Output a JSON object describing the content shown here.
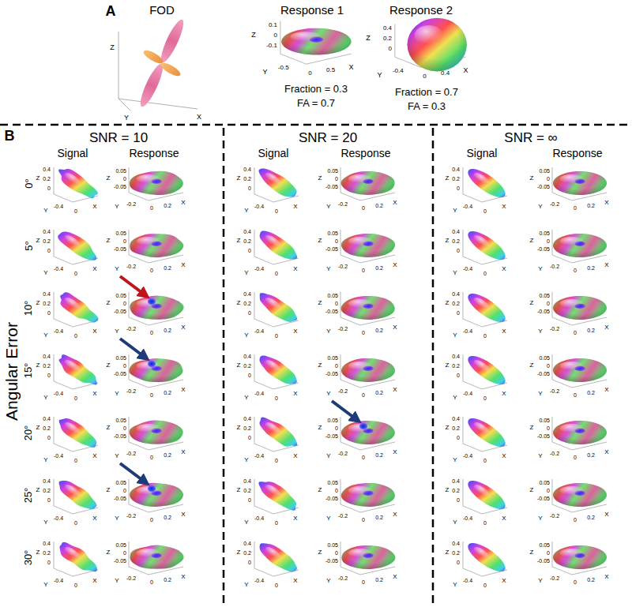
{
  "diagram": {
    "labels": [
      "A",
      "FOD",
      "Z",
      "Y",
      "X",
      "Response 1",
      "0.1",
      "0",
      "-0.1",
      "Z",
      "Y",
      "-0.5",
      "0",
      "0.5",
      "X",
      "Fraction = 0.3",
      "FA = 0.7",
      "Response 2",
      "0.4",
      "0.2",
      "0",
      "Z",
      "Y",
      "-0.4",
      "0",
      "0.4",
      "X",
      "Fraction = 0.7",
      "FA = 0.3",
      "B",
      "SNR = 10",
      "SNR = 20",
      "SNR = ∞",
      "Signal",
      "Response",
      "Signal",
      "Response",
      "Signal",
      "Response",
      "Angular Error",
      "0°",
      "0.4",
      "0.2",
      "0",
      "Z",
      "Y",
      "-0.4",
      "0",
      "X",
      "0.05",
      "0",
      "-0.05",
      "Z",
      "Y",
      "-0.2",
      "0",
      "0.2",
      "X",
      "0.4",
      "0.2",
      "0",
      "Z",
      "Y",
      "-0.4",
      "0",
      "X",
      "0.05",
      "0",
      "-0.05",
      "Z",
      "Y",
      "-0.2",
      "0",
      "0.2",
      "X",
      "0.4",
      "0.2",
      "0",
      "Z",
      "Y",
      "-0.4",
      "0",
      "X",
      "0.05",
      "0",
      "-0.05",
      "Z",
      "Y",
      "-0.2",
      "0",
      "0.2",
      "X",
      "5°",
      "0.4",
      "0.2",
      "0",
      "Z",
      "Y",
      "-0.4",
      "0",
      "X",
      "0.05",
      "0",
      "-0.05",
      "Z",
      "Y",
      "-0.2",
      "0",
      "0.2",
      "X",
      "0.4",
      "0.2",
      "0",
      "Z",
      "Y",
      "-0.4",
      "0",
      "X",
      "0.05",
      "0",
      "-0.05",
      "Z",
      "Y",
      "-0.2",
      "0",
      "0.2",
      "X",
      "0.4",
      "0.2",
      "0",
      "Z",
      "Y",
      "-0.4",
      "0",
      "X",
      "0.05",
      "0",
      "-0.05",
      "Z",
      "Y",
      "-0.2",
      "0",
      "0.2",
      "X",
      "10°",
      "0.4",
      "0.2",
      "0",
      "Z",
      "Y",
      "-0.4",
      "0",
      "X",
      "0.05",
      "0",
      "-0.05",
      "Z",
      "Y",
      "-0.2",
      "0",
      "0.2",
      "X",
      "0.4",
      "0.2",
      "0",
      "Z",
      "Y",
      "-0.4",
      "0",
      "X",
      "0.05",
      "0",
      "-0.05",
      "Z",
      "Y",
      "-0.2",
      "0",
      "0.2",
      "X",
      "0.4",
      "0.2",
      "0",
      "Z",
      "Y",
      "-0.4",
      "0",
      "X",
      "0.05",
      "0",
      "-0.05",
      "Z",
      "Y",
      "-0.2",
      "0",
      "0.2",
      "X",
      "15°",
      "0.4",
      "0.2",
      "0",
      "Z",
      "Y",
      "-0.4",
      "0",
      "X",
      "0.05",
      "0",
      "-0.05",
      "Z",
      "Y",
      "-0.2",
      "0",
      "0.2",
      "X",
      "0.4",
      "0.2",
      "0",
      "Z",
      "Y",
      "-0.4",
      "0",
      "X",
      "0.05",
      "0",
      "-0.05",
      "Z",
      "Y",
      "-0.2",
      "0",
      "0.2",
      "X",
      "0.4",
      "0.2",
      "0",
      "Z",
      "Y",
      "-0.4",
      "0",
      "X",
      "0.05",
      "0",
      "-0.05",
      "Z",
      "Y",
      "-0.2",
      "0",
      "0.2",
      "X",
      "20°",
      "0.4",
      "0.2",
      "0",
      "Z",
      "Y",
      "-0.4",
      "0",
      "X",
      "0.05",
      "0",
      "-0.05",
      "Z",
      "Y",
      "-0.2",
      "0",
      "0.2",
      "X",
      "0.4",
      "0.2",
      "0",
      "Z",
      "Y",
      "-0.4",
      "0",
      "X",
      "0.05",
      "0",
      "-0.05",
      "Z",
      "Y",
      "-0.2",
      "0",
      "0.2",
      "X",
      "0.4",
      "0.2",
      "0",
      "Z",
      "Y",
      "-0.4",
      "0",
      "X",
      "0.05",
      "0",
      "-0.05",
      "Z",
      "Y",
      "-0.2",
      "0",
      "0.2",
      "X",
      "25°",
      "0.4",
      "0.2",
      "0",
      "Z",
      "Y",
      "-0.4",
      "0",
      "X",
      "0.05",
      "0",
      "-0.05",
      "Z",
      "Y",
      "-0.2",
      "0",
      "0.2",
      "X",
      "0.4",
      "0.2",
      "0",
      "Z",
      "Y",
      "-0.4",
      "0",
      "X",
      "0.05",
      "0",
      "-0.05",
      "Z",
      "Y",
      "-0.2",
      "0",
      "0.2",
      "X",
      "0.4",
      "0.2",
      "0",
      "Z",
      "Y",
      "-0.4",
      "0",
      "X",
      "0.05",
      "0",
      "-0.05",
      "Z",
      "Y",
      "-0.2",
      "0",
      "0.2",
      "X",
      "30°",
      "0.4",
      "0.2",
      "0",
      "Z",
      "Y",
      "-0.4",
      "0",
      "X",
      "0.05",
      "0",
      "-0.05",
      "Z",
      "Y",
      "-0.2",
      "0",
      "0.2",
      "X",
      "0.4",
      "0.2",
      "0",
      "Z",
      "Y",
      "-0.4",
      "0",
      "X",
      "0.05",
      "0",
      "-0.05",
      "Z",
      "Y",
      "-0.2",
      "0",
      "0.2",
      "X",
      "0.4",
      "0.2",
      "0",
      "Z",
      "Y",
      "-0.4",
      "0",
      "X",
      "0.05",
      "0",
      "-0.05",
      "Z",
      "Y",
      "-0.2",
      "0",
      "0.2",
      "X"
    ]
  }
}
